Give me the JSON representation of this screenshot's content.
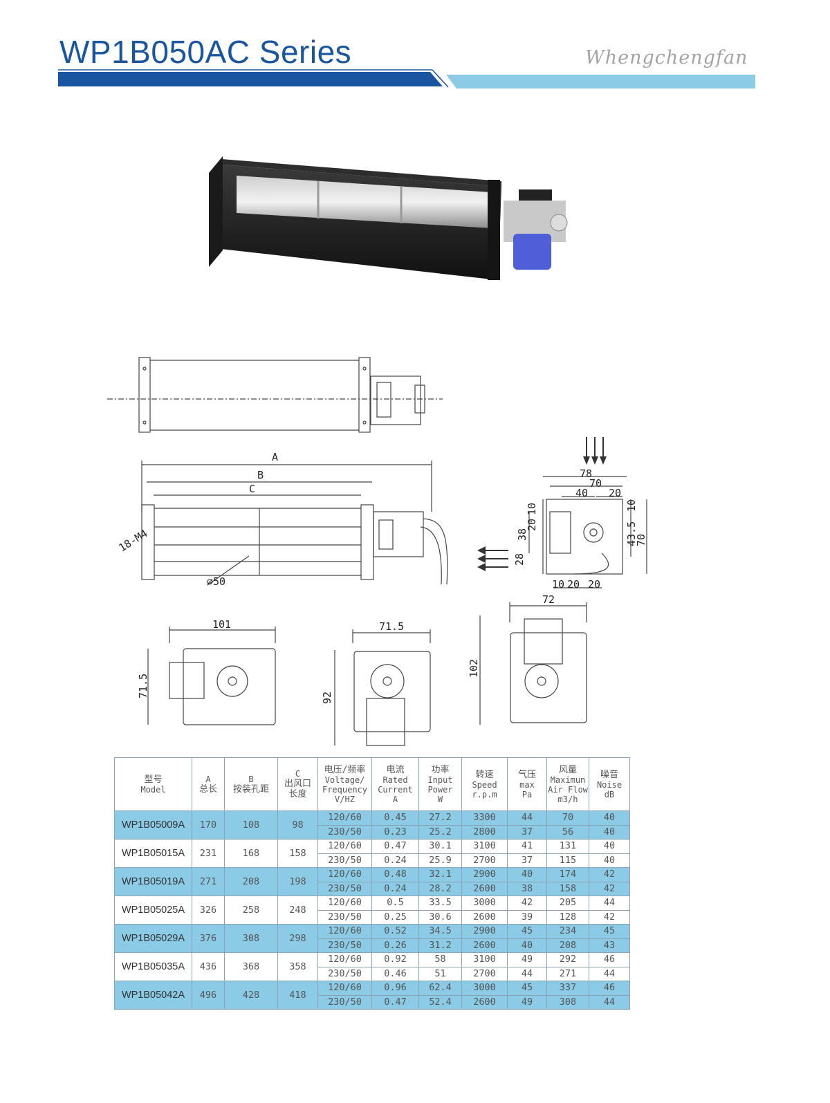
{
  "header": {
    "title": "WP1B050AC Series",
    "brand": "Whengchengfan",
    "colors": {
      "dark_band": "#1a56a0",
      "light_band": "#8ccbe6"
    }
  },
  "drawing_labels": {
    "dim_A": "A",
    "dim_B": "B",
    "dim_C": "C",
    "holes": "18-M4",
    "diameter": "⌀50",
    "side_78": "78",
    "side_70": "70",
    "side_40": "40",
    "side_20_top": "20",
    "side_10_left": "10",
    "side_20_left": "20",
    "side_38": "38",
    "side_28": "28",
    "side_10_right": "10",
    "side_43_5": "43.5",
    "side_70_right": "70",
    "side_10_bottom": "10",
    "side_20_bottom_a": "20",
    "side_20_bottom_b": "20",
    "side_72": "72",
    "v1_101": "101",
    "v1_71_5": "71.5",
    "v2_71_5": "71.5",
    "v2_92": "92",
    "v3_102": "102"
  },
  "table": {
    "headers": {
      "model": {
        "cn": "型号",
        "en": "Model"
      },
      "a": {
        "letter": "A",
        "cn": "总长"
      },
      "b": {
        "letter": "B",
        "cn": "按装孔距"
      },
      "c": {
        "letter": "C",
        "cn": "出风口",
        "cn2": "长度"
      },
      "voltage": {
        "cn": "电压/频率",
        "en1": "Voltage/",
        "en2": "Frequency",
        "unit": "V/HZ"
      },
      "current": {
        "cn": "电流",
        "en1": "Rated",
        "en2": "Current",
        "unit": "A"
      },
      "power": {
        "cn": "功率",
        "en1": "Input",
        "en2": "Power",
        "unit": "W"
      },
      "speed": {
        "cn": "转速",
        "en1": "Speed",
        "unit": "r.p.m"
      },
      "pressure": {
        "cn": "气压",
        "en1": "max",
        "unit": "Pa"
      },
      "airflow": {
        "cn": "风量",
        "en1": "Maximun",
        "en2": "Air Flow",
        "unit": "m3/h"
      },
      "noise": {
        "cn": "噪音",
        "en1": "Noise",
        "unit": "dB"
      }
    },
    "rows": [
      {
        "model": "WP1B05009A",
        "a": "170",
        "b": "108",
        "c": "98",
        "sub": [
          {
            "v": "120/60",
            "i": "0.45",
            "p": "27.2",
            "s": "3300",
            "pa": "44",
            "q": "70",
            "n": "40"
          },
          {
            "v": "230/50",
            "i": "0.23",
            "p": "25.2",
            "s": "2800",
            "pa": "37",
            "q": "56",
            "n": "40"
          }
        ]
      },
      {
        "model": "WP1B05015A",
        "a": "231",
        "b": "168",
        "c": "158",
        "sub": [
          {
            "v": "120/60",
            "i": "0.47",
            "p": "30.1",
            "s": "3100",
            "pa": "41",
            "q": "131",
            "n": "40"
          },
          {
            "v": "230/50",
            "i": "0.24",
            "p": "25.9",
            "s": "2700",
            "pa": "37",
            "q": "115",
            "n": "40"
          }
        ]
      },
      {
        "model": "WP1B05019A",
        "a": "271",
        "b": "208",
        "c": "198",
        "sub": [
          {
            "v": "120/60",
            "i": "0.48",
            "p": "32.1",
            "s": "2900",
            "pa": "40",
            "q": "174",
            "n": "42"
          },
          {
            "v": "230/50",
            "i": "0.24",
            "p": "28.2",
            "s": "2600",
            "pa": "38",
            "q": "158",
            "n": "42"
          }
        ]
      },
      {
        "model": "WP1B05025A",
        "a": "326",
        "b": "258",
        "c": "248",
        "sub": [
          {
            "v": "120/60",
            "i": "0.5",
            "p": "33.5",
            "s": "3000",
            "pa": "42",
            "q": "205",
            "n": "44"
          },
          {
            "v": "230/50",
            "i": "0.25",
            "p": "30.6",
            "s": "2600",
            "pa": "39",
            "q": "128",
            "n": "42"
          }
        ]
      },
      {
        "model": "WP1B05029A",
        "a": "376",
        "b": "308",
        "c": "298",
        "sub": [
          {
            "v": "120/60",
            "i": "0.52",
            "p": "34.5",
            "s": "2900",
            "pa": "45",
            "q": "234",
            "n": "45"
          },
          {
            "v": "230/50",
            "i": "0.26",
            "p": "31.2",
            "s": "2600",
            "pa": "40",
            "q": "208",
            "n": "43"
          }
        ]
      },
      {
        "model": "WP1B05035A",
        "a": "436",
        "b": "368",
        "c": "358",
        "sub": [
          {
            "v": "120/60",
            "i": "0.92",
            "p": "58",
            "s": "3100",
            "pa": "49",
            "q": "292",
            "n": "46"
          },
          {
            "v": "230/50",
            "i": "0.46",
            "p": "51",
            "s": "2700",
            "pa": "44",
            "q": "271",
            "n": "44"
          }
        ]
      },
      {
        "model": "WP1B05042A",
        "a": "496",
        "b": "428",
        "c": "418",
        "sub": [
          {
            "v": "120/60",
            "i": "0.96",
            "p": "62.4",
            "s": "3000",
            "pa": "45",
            "q": "337",
            "n": "46"
          },
          {
            "v": "230/50",
            "i": "0.47",
            "p": "52.4",
            "s": "2600",
            "pa": "49",
            "q": "308",
            "n": "44"
          }
        ]
      }
    ]
  }
}
